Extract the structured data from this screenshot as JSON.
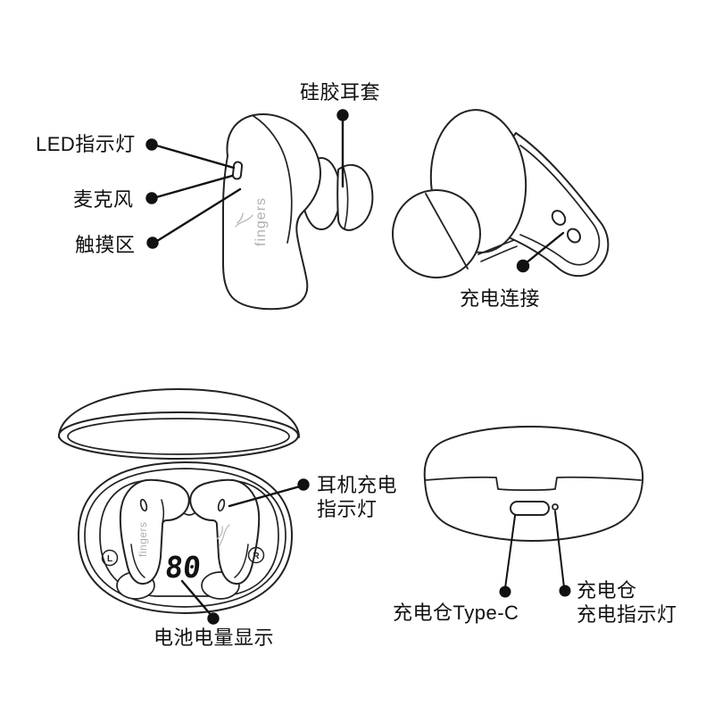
{
  "product": {
    "brand": "fingers",
    "battery_level": "80",
    "left_marker": "L",
    "right_marker": "R"
  },
  "figures": {
    "earbud_side": {
      "labels": {
        "eartip": "硅胶耳套",
        "led": "LED指示灯",
        "mic": "麦克风",
        "touch": "触摸区"
      }
    },
    "earbud_back": {
      "labels": {
        "charging_contact": "充电连接"
      }
    },
    "case_open": {
      "labels": {
        "earbud_charge_led_line1": "耳机充电",
        "earbud_charge_led_line2": "指示灯",
        "battery_display": "电池电量显示"
      }
    },
    "case_back": {
      "labels": {
        "typec": "充电仓Type-C",
        "case_led_line1": "充电仓",
        "case_led_line2": "充电指示灯"
      }
    }
  },
  "colors": {
    "line": "#222222",
    "annotation": "#111111",
    "brand_gray": "#b0b0b0",
    "background": "#ffffff"
  }
}
